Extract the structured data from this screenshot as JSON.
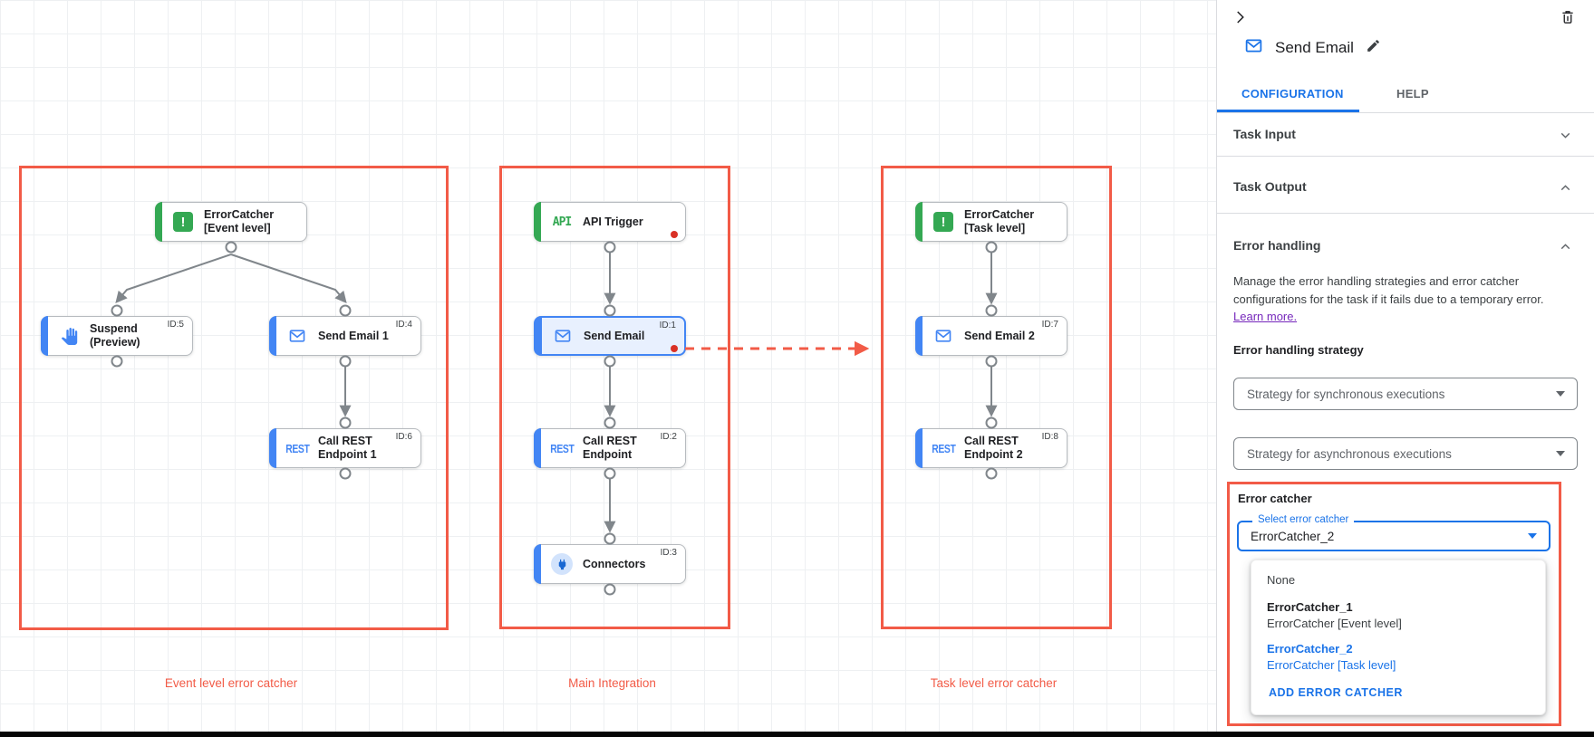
{
  "colors": {
    "accent_blue": "#1a73e8",
    "node_blue": "#4285f4",
    "node_green": "#34a853",
    "annotation_red": "#f25b47",
    "dot_red": "#d93025",
    "link_purple": "#7627bb"
  },
  "canvas": {
    "group_labels": {
      "event": "Event level error catcher",
      "main": "Main Integration",
      "task": "Task level error catcher"
    },
    "icon_labels": {
      "api": "API",
      "rest": "REST"
    },
    "nodes": {
      "ec_event": {
        "line1": "ErrorCatcher",
        "line2": "[Event level]",
        "icon_glyph": "!"
      },
      "suspend": {
        "line1": "Suspend",
        "line2": "(Preview)",
        "id": "ID:5"
      },
      "send_email_1": {
        "line1": "Send Email 1",
        "id": "ID:4"
      },
      "call_rest_1": {
        "line1": "Call REST",
        "line2": "Endpoint 1",
        "id": "ID:6"
      },
      "api_trigger": {
        "line1": "API Trigger"
      },
      "send_email": {
        "line1": "Send Email",
        "id": "ID:1"
      },
      "call_rest": {
        "line1": "Call REST",
        "line2": "Endpoint",
        "id": "ID:2"
      },
      "connectors": {
        "line1": "Connectors",
        "id": "ID:3"
      },
      "ec_task": {
        "line1": "ErrorCatcher",
        "line2": "[Task level]",
        "icon_glyph": "!"
      },
      "send_email_2": {
        "line1": "Send Email 2",
        "id": "ID:7"
      },
      "call_rest_2": {
        "line1": "Call REST",
        "line2": "Endpoint 2",
        "id": "ID:8"
      }
    }
  },
  "panel": {
    "title": "Send Email",
    "tabs": {
      "configuration": "CONFIGURATION",
      "help": "HELP"
    },
    "sections": {
      "task_input": "Task Input",
      "task_output": "Task Output",
      "error_handling": "Error handling"
    },
    "error_handling": {
      "description": "Manage the error handling strategies and error catcher configurations for the task if it fails due to a temporary error.",
      "learn_more": "Learn more.",
      "strategy_label": "Error handling strategy",
      "sync_placeholder": "Strategy for synchronous executions",
      "async_placeholder": "Strategy for asynchronous executions",
      "error_catcher_label": "Error catcher",
      "select_label": "Select error catcher",
      "selected_value": "ErrorCatcher_2",
      "menu": {
        "none": "None",
        "option1_title": "ErrorCatcher_1",
        "option1_subtitle": "ErrorCatcher [Event level]",
        "option2_title": "ErrorCatcher_2",
        "option2_subtitle": "ErrorCatcher [Task level]",
        "add_button": "ADD ERROR CATCHER"
      }
    }
  }
}
